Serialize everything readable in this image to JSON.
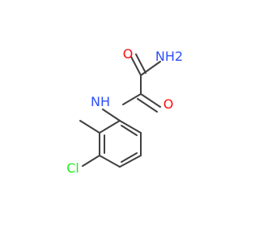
{
  "molecule": {
    "atoms": {
      "amide_nh2": {
        "label": "NH2",
        "color": "#3050F8"
      },
      "carbonyl_o_top": {
        "label": "O",
        "color": "#FF0D0D"
      },
      "amine_nh": {
        "label": "NH",
        "color": "#3050F8"
      },
      "carbonyl_o_mid": {
        "label": "O",
        "color": "#FF0D0D"
      },
      "chlorine": {
        "label": "Cl",
        "color": "#1FF01F"
      }
    },
    "bond_color": "#404040"
  }
}
